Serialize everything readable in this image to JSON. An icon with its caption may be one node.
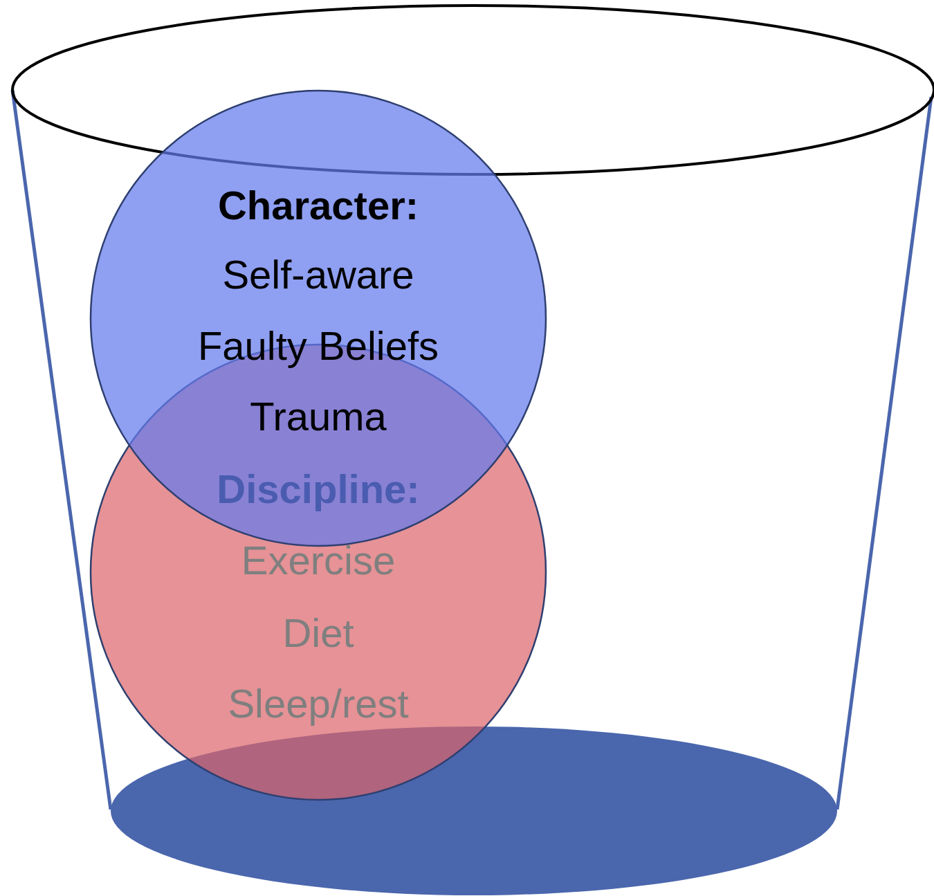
{
  "diagram": {
    "nodes": [
      {
        "text": [
          "Character:",
          "Self-aware",
          "Faulty Beliefs",
          "Trauma"
        ]
      },
      {
        "text": [
          "Discipline:",
          "Exercise",
          "Diet",
          "Sleep/rest"
        ]
      }
    ]
  }
}
